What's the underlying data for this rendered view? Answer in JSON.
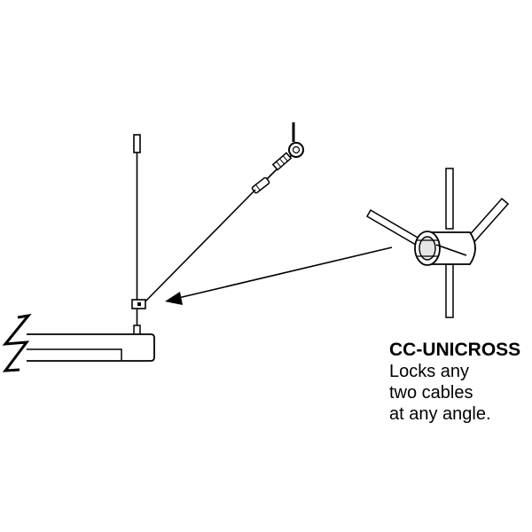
{
  "caption": {
    "title": "CC-UNICROSS",
    "lines": [
      "Locks any",
      "two cables",
      "at any angle."
    ]
  },
  "colors": {
    "ink": "#000000",
    "paper": "#ffffff",
    "shade": "#e6e6e6"
  }
}
